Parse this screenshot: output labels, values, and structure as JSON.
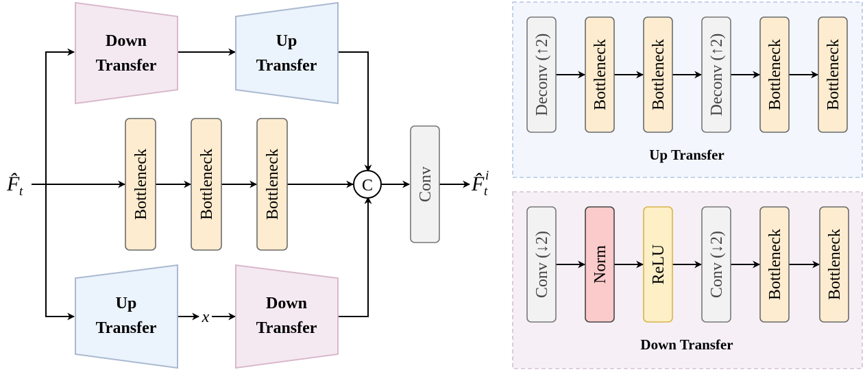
{
  "colors": {
    "bottleneck_fill": "#fdeccf",
    "bottleneck_stroke": "#6a6a6a",
    "down_transfer_fill": "#f4e9f1",
    "down_transfer_stroke": "#d9b8cc",
    "up_transfer_fill": "#ebf3fd",
    "up_transfer_stroke": "#a9b9cf",
    "conv_fill": "#f2f2f2",
    "conv_stroke": "#777777",
    "norm_fill": "#fbcaca",
    "relu_fill": "#fdefc6",
    "relu_stroke": "#d7b44a",
    "up_panel_fill": "#f3f6fd",
    "up_panel_stroke": "#b5c6e0",
    "down_panel_fill": "#f6f0f6",
    "down_panel_stroke": "#d5bfd3"
  },
  "main": {
    "input_label": "F̂",
    "input_sub": "t",
    "output_label": "F̂",
    "output_sub": "t",
    "output_sup": "i",
    "top_branch": {
      "first_line1": "Down",
      "first_line2": "Transfer",
      "second_line1": "Up",
      "second_line2": "Transfer"
    },
    "middle_branch": {
      "blocks": [
        "Bottleneck",
        "Bottleneck",
        "Bottleneck"
      ]
    },
    "bottom_branch": {
      "first_line1": "Up",
      "first_line2": "Transfer",
      "mid_label": "x",
      "second_line1": "Down",
      "second_line2": "Transfer"
    },
    "concat_symbol": "C",
    "conv_label": "Conv"
  },
  "up_transfer_panel": {
    "title": "Up Transfer",
    "blocks": [
      "Deconv (↑2)",
      "Bottleneck",
      "Bottleneck",
      "Deconv (↑2)",
      "Bottleneck",
      "Bottleneck"
    ]
  },
  "down_transfer_panel": {
    "title": "Down Transfer",
    "blocks": [
      "Conv (↓2)",
      "Norm",
      "ReLU",
      "Conv (↓2)",
      "Bottleneck",
      "Bottleneck"
    ]
  }
}
